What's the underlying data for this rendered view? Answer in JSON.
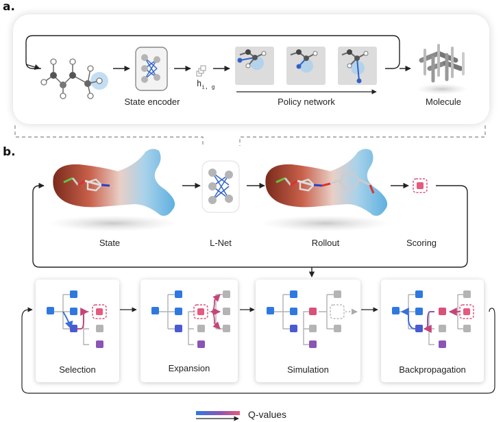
{
  "panel_a": {
    "label": "a.",
    "state_encoder": "State encoder",
    "hidden_symbol": "h",
    "hidden_subscript": "i, g",
    "policy_network": "Policy network",
    "molecule": "Molecule"
  },
  "panel_b": {
    "label": "b.",
    "state": "State",
    "lnet": "L-Net",
    "rollout": "Rollout",
    "scoring": "Scoring",
    "steps": [
      "Selection",
      "Expansion",
      "Simulation",
      "Backpropagation"
    ],
    "legend": "Q-values"
  },
  "colors": {
    "blue_node": "#2f78e0",
    "magenta_node": "#d9507a",
    "purple_node": "#8a55b5",
    "grey_node": "#b4b4b4",
    "highlight": "#aad0ee"
  }
}
